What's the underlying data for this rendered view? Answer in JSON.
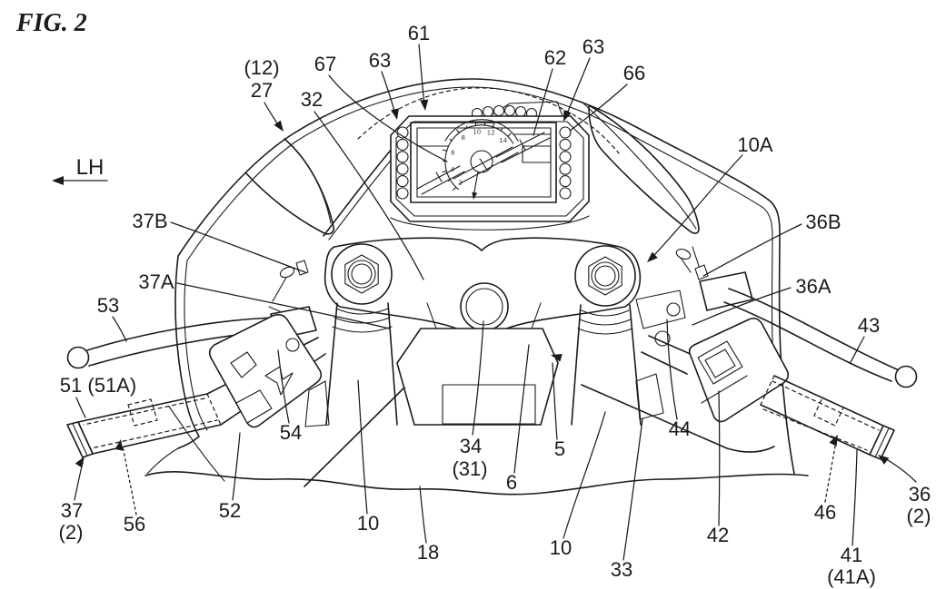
{
  "figure": {
    "title": "FIG. 2",
    "direction_indicator": "LH",
    "type": "patent-line-drawing",
    "subject": "motorcycle cockpit front view with meter panel, triple clamp, handlebars and levers",
    "line_color": "#1b1b1b",
    "background_color": "#ffffff"
  },
  "instrument_cluster": {
    "tachometer_scale": [
      "2",
      "4",
      "6",
      "8",
      "10",
      "12",
      "14"
    ],
    "left_indicator_count": 6,
    "right_indicator_count": 6,
    "top_indicator_count": 6
  },
  "labels": [
    {
      "id": "12",
      "text": "(12)"
    },
    {
      "id": "27",
      "text": "27"
    },
    {
      "id": "67",
      "text": "67"
    },
    {
      "id": "63L",
      "text": "63"
    },
    {
      "id": "61",
      "text": "61"
    },
    {
      "id": "62",
      "text": "62"
    },
    {
      "id": "63R",
      "text": "63"
    },
    {
      "id": "66",
      "text": "66"
    },
    {
      "id": "32",
      "text": "32"
    },
    {
      "id": "10A",
      "text": "10A"
    },
    {
      "id": "37B",
      "text": "37B"
    },
    {
      "id": "36B",
      "text": "36B"
    },
    {
      "id": "37A",
      "text": "37A"
    },
    {
      "id": "36A",
      "text": "36A"
    },
    {
      "id": "53",
      "text": "53"
    },
    {
      "id": "43",
      "text": "43"
    },
    {
      "id": "51",
      "text": "51 (51A)"
    },
    {
      "id": "54",
      "text": "54"
    },
    {
      "id": "44",
      "text": "44"
    },
    {
      "id": "34",
      "text": "34"
    },
    {
      "id": "31",
      "text": "(31)"
    },
    {
      "id": "5",
      "text": "5"
    },
    {
      "id": "6",
      "text": "6"
    },
    {
      "id": "37",
      "text": "37"
    },
    {
      "id": "37s",
      "text": "(2)"
    },
    {
      "id": "56",
      "text": "56"
    },
    {
      "id": "52",
      "text": "52"
    },
    {
      "id": "10L",
      "text": "10"
    },
    {
      "id": "18",
      "text": "18"
    },
    {
      "id": "10R",
      "text": "10"
    },
    {
      "id": "33",
      "text": "33"
    },
    {
      "id": "42",
      "text": "42"
    },
    {
      "id": "46",
      "text": "46"
    },
    {
      "id": "36",
      "text": "36"
    },
    {
      "id": "36s",
      "text": "(2)"
    },
    {
      "id": "41",
      "text": "41"
    },
    {
      "id": "41A",
      "text": "(41A)"
    }
  ]
}
